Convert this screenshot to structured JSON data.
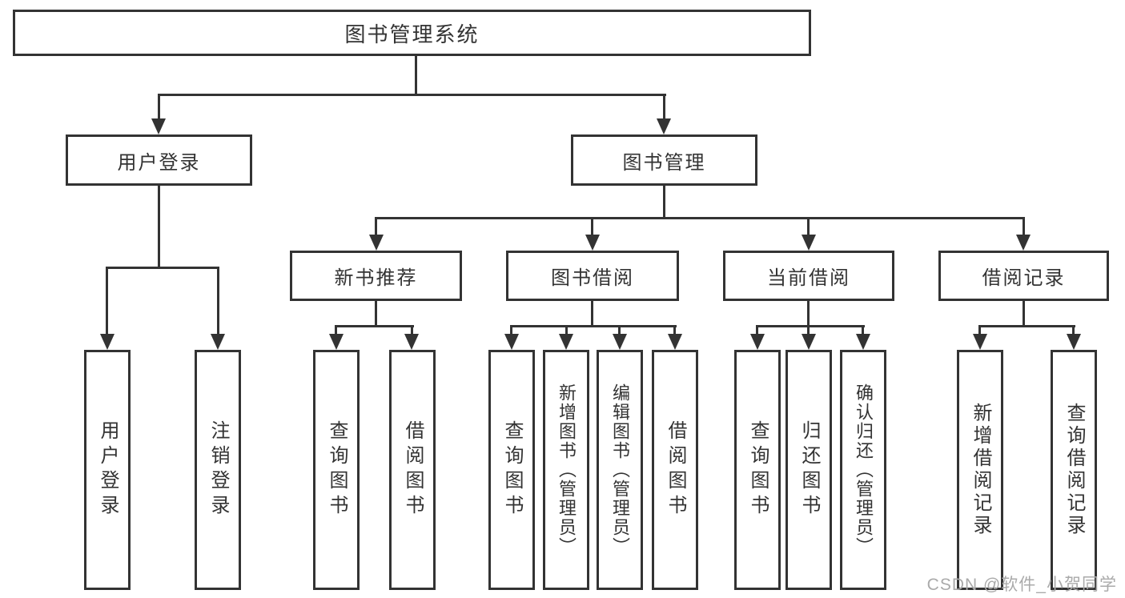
{
  "diagram": {
    "title": "图书管理系统",
    "level1": [
      {
        "label": "用户登录",
        "children": [
          "用户登录",
          "注销登录"
        ]
      },
      {
        "label": "图书管理",
        "children": [
          {
            "label": "新书推荐",
            "children": [
              "查询图书",
              "借阅图书"
            ]
          },
          {
            "label": "图书借阅",
            "children": [
              "查询图书",
              "新增图书（管理员）",
              "编辑图书（管理员）",
              "借阅图书"
            ]
          },
          {
            "label": "当前借阅",
            "children": [
              "查询图书",
              "归还图书",
              "确认归还（管理员）"
            ]
          },
          {
            "label": "借阅记录",
            "children": [
              "新增借阅记录",
              "查询借阅记录"
            ]
          }
        ]
      }
    ]
  },
  "watermark": "CSDN @软件_小贺同学",
  "colors": {
    "line": "#333333",
    "text": "#333333",
    "watermark": "#aaaaaa",
    "background": "#ffffff"
  }
}
